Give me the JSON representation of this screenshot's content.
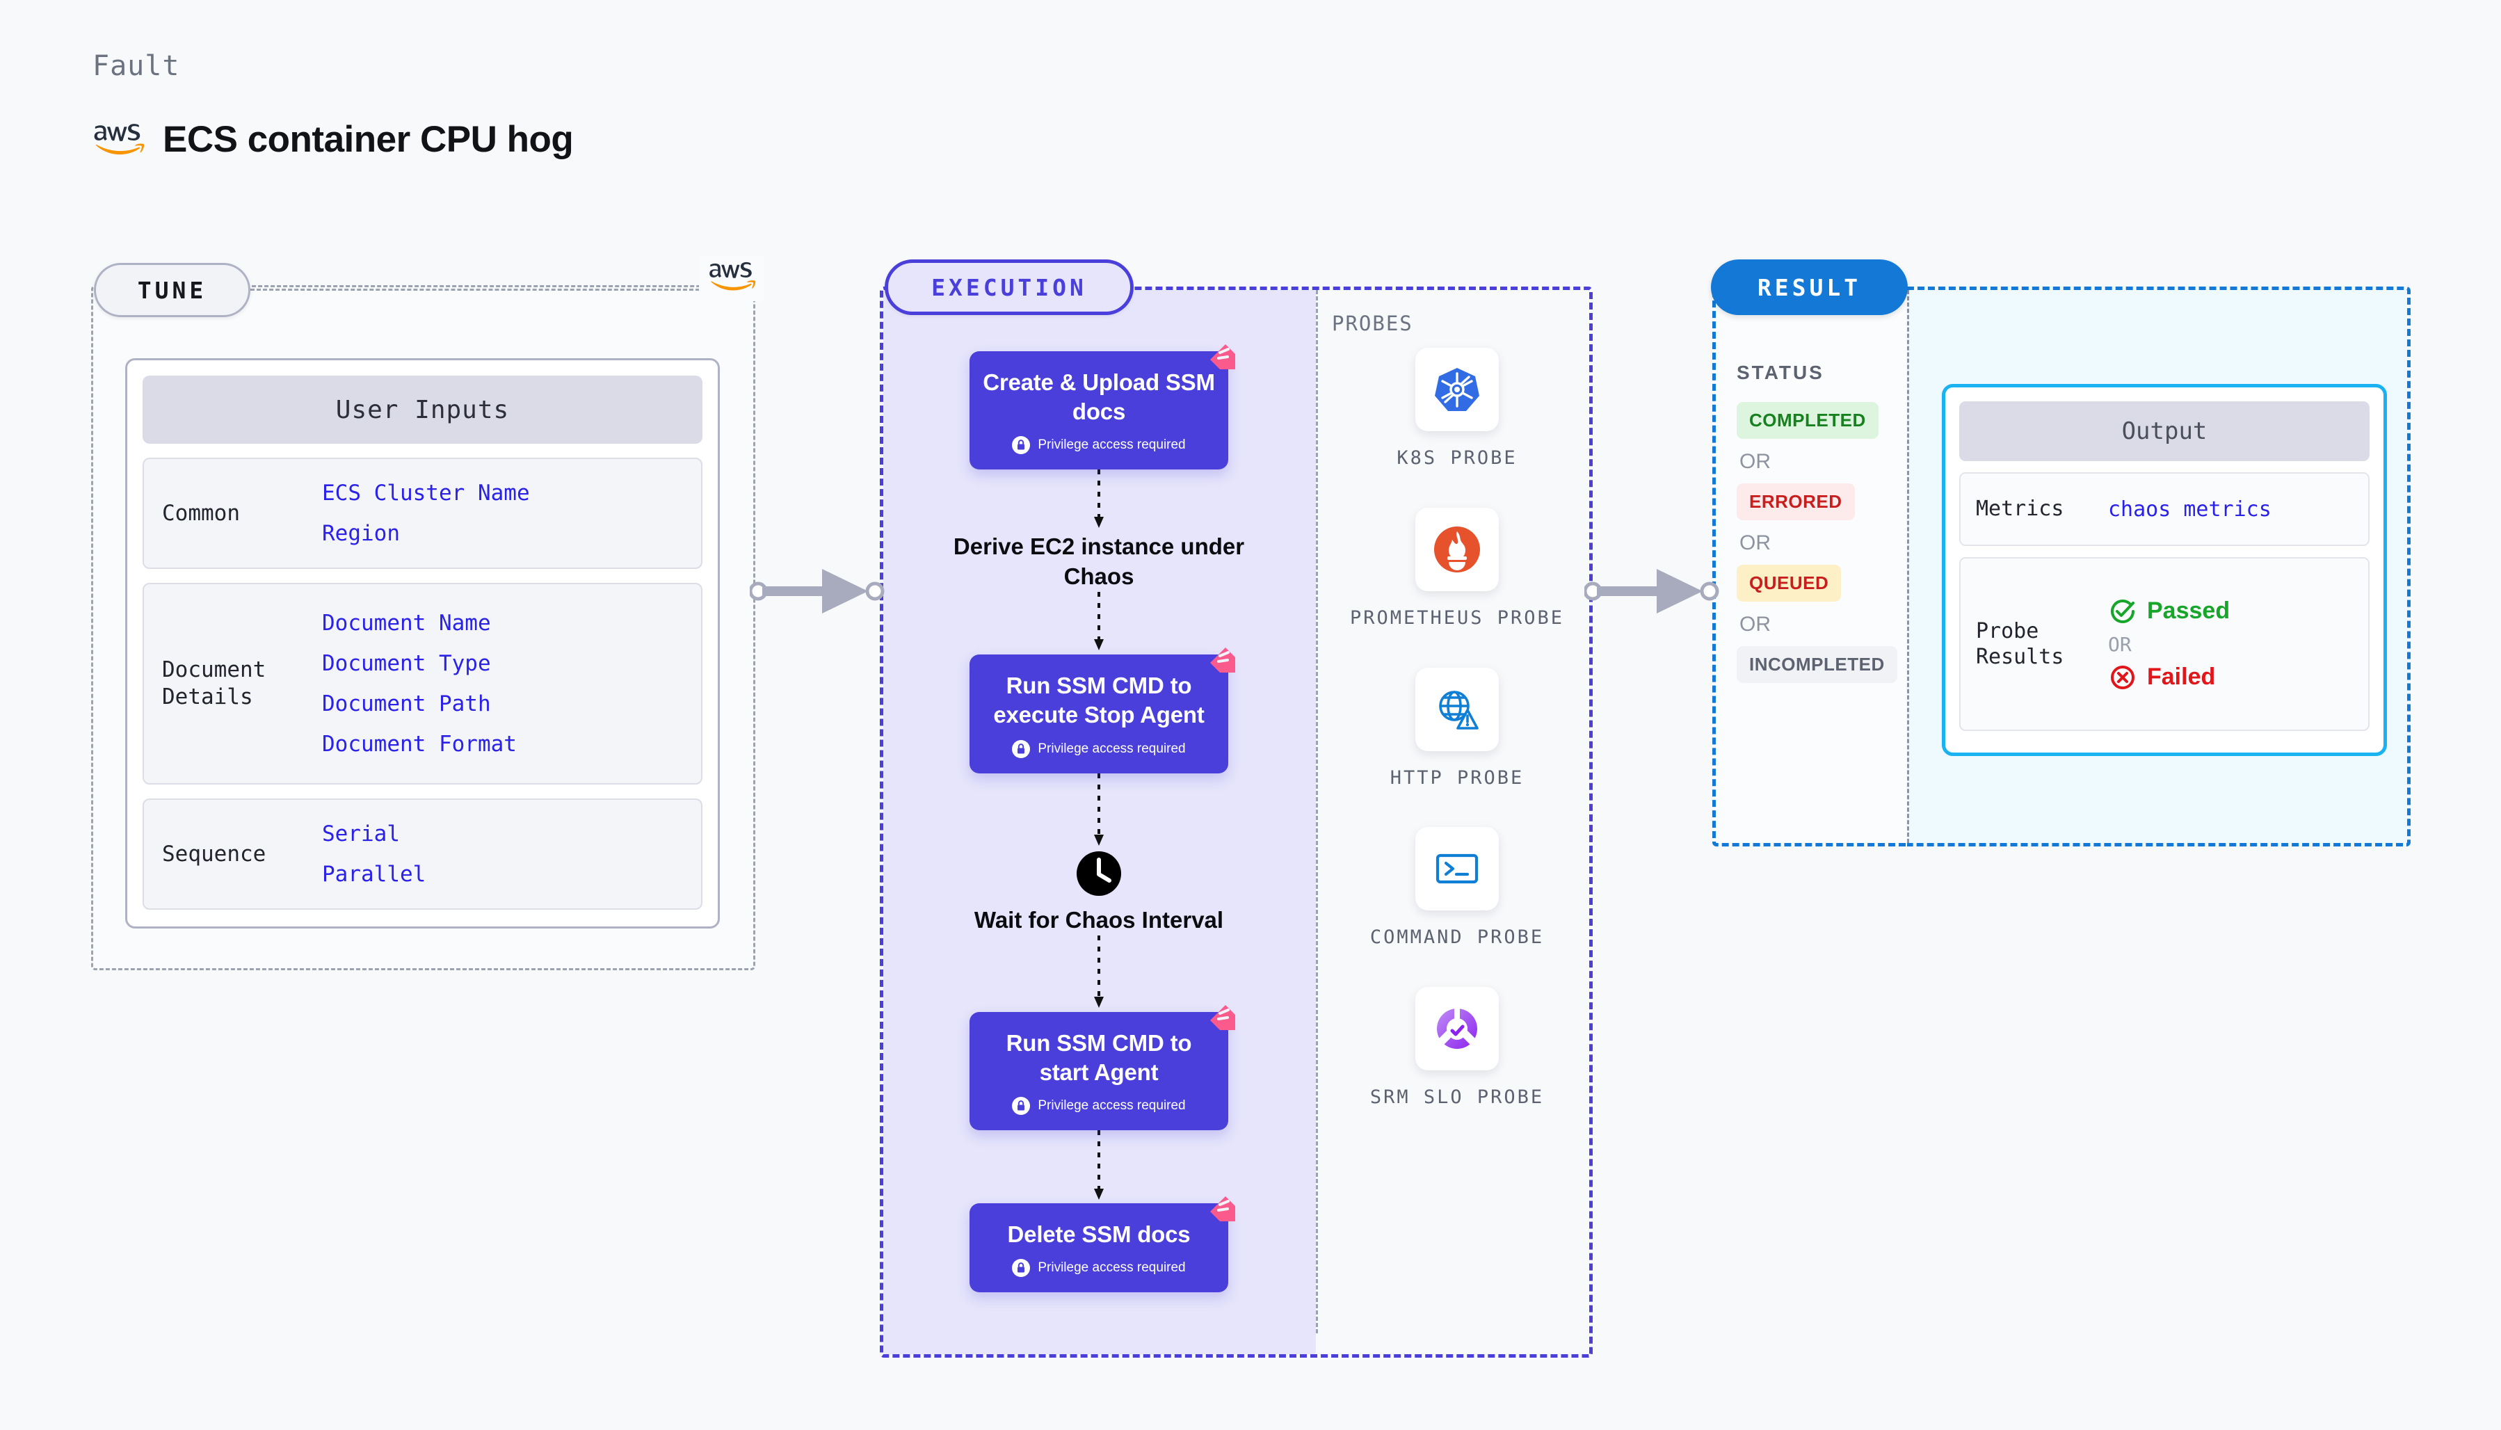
{
  "header": {
    "kicker": "Fault",
    "brand_icon": "aws-logo",
    "title": "ECS container CPU hog"
  },
  "tune": {
    "pill_label": "TUNE",
    "brand_icon": "aws-logo",
    "card_header": "User Inputs",
    "sections": [
      {
        "label": "Common",
        "values": [
          "ECS Cluster Name",
          "Region"
        ]
      },
      {
        "label": "Document\nDetails",
        "values": [
          "Document Name",
          "Document Type",
          "Document Path",
          "Document Format"
        ]
      },
      {
        "label": "Sequence",
        "values": [
          "Serial",
          "Parallel"
        ]
      }
    ]
  },
  "execution": {
    "pill_label": "EXECUTION",
    "privilege_text": "Privilege access required",
    "nodes": [
      {
        "title": "Create & Upload SSM docs",
        "type": "task",
        "privileged": true,
        "badge": "litmus-badge-icon"
      },
      {
        "title": "Derive EC2 instance under Chaos",
        "type": "plain",
        "privileged": false
      },
      {
        "title": "Run SSM CMD to execute Stop Agent",
        "type": "task",
        "privileged": true,
        "badge": "litmus-badge-icon"
      },
      {
        "title": "Wait for Chaos Interval",
        "type": "wait",
        "privileged": false,
        "icon": "clock-icon"
      },
      {
        "title": "Run SSM CMD to start Agent",
        "type": "task",
        "privileged": true,
        "badge": "litmus-badge-icon"
      },
      {
        "title": "Delete SSM docs",
        "type": "task",
        "privileged": true,
        "badge": "litmus-badge-icon"
      }
    ]
  },
  "probes": {
    "section_label": "PROBES",
    "items": [
      {
        "label": "K8S PROBE",
        "icon": "kubernetes-icon"
      },
      {
        "label": "PROMETHEUS PROBE",
        "icon": "prometheus-icon"
      },
      {
        "label": "HTTP PROBE",
        "icon": "http-globe-warning-icon"
      },
      {
        "label": "COMMAND PROBE",
        "icon": "terminal-icon"
      },
      {
        "label": "SRM SLO PROBE",
        "icon": "srm-slo-icon"
      }
    ]
  },
  "result": {
    "pill_label": "RESULT",
    "status_title": "STATUS",
    "or_label": "OR",
    "statuses": [
      {
        "label": "COMPLETED",
        "color": "#17801f",
        "bg": "#ddf5de"
      },
      {
        "label": "ERRORED",
        "color": "#c81e1e",
        "bg": "#fdeaea"
      },
      {
        "label": "QUEUED",
        "color": "#c81e1e",
        "bg": "#fdf0c6"
      },
      {
        "label": "INCOMPLETED",
        "color": "#5c6270",
        "bg": "#f1f2f6"
      }
    ],
    "output": {
      "header": "Output",
      "metrics_label": "Metrics",
      "metrics_value": "chaos metrics",
      "probe_results_label": "Probe\nResults",
      "passed_label": "Passed",
      "failed_label": "Failed",
      "or_label": "OR",
      "passed_icon": "check-circle-icon",
      "failed_icon": "x-circle-icon"
    }
  },
  "connectors": {
    "tune_to_execution": "arrow-right",
    "execution_to_result": "arrow-right"
  },
  "colors": {
    "indigo": "#4a3fdb",
    "blue_link": "#2a22e8",
    "result_blue": "#1479d6",
    "output_cyan": "#1ab2f0",
    "badge_pink": "#fb5a8c",
    "aws_orange": "#f79400"
  }
}
